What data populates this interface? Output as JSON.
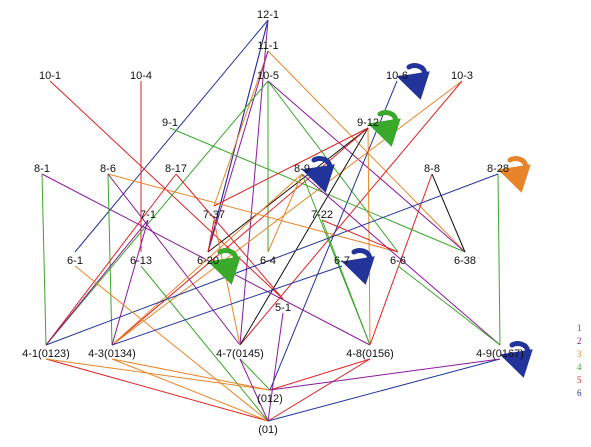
{
  "nodes": {
    "12-1": "12-1",
    "11-1": "11-1",
    "10-1": "10-1",
    "10-4": "10-4",
    "10-5": "10-5",
    "10-6": "10-6",
    "10-3": "10-3",
    "9-1": "9-1",
    "9-12": "9-12",
    "8-1": "8-1",
    "8-6": "8-6",
    "8-17": "8-17",
    "8-9": "8-9",
    "8-8": "8-8",
    "8-28": "8-28",
    "7-1": "7-1",
    "7-37": "7-37",
    "7-22": "7-22",
    "6-1": "6-1",
    "6-13": "6-13",
    "6-20": "6-20",
    "6-4": "6-4",
    "6-7": "6-7",
    "6-6": "6-6",
    "6-38": "6-38",
    "5-1": "5-1",
    "4-1": "4-1(0123)",
    "4-3": "4-3(0134)",
    "4-7": "4-7(0145)",
    "4-8": "4-8(0156)",
    "4-9": "4-9(0167)",
    "012": "(012)",
    "01": "(01)"
  },
  "legend": [
    {
      "label": "1",
      "color": "#5a4ab0"
    },
    {
      "label": "2",
      "color": "#8a1a9a"
    },
    {
      "label": "3",
      "color": "#e8852a"
    },
    {
      "label": "4",
      "color": "#3aa82a"
    },
    {
      "label": "5",
      "color": "#dd2222"
    },
    {
      "label": "6",
      "color": "#22339a"
    }
  ],
  "colors": {
    "purple": "#8a1a9a",
    "orange": "#e8852a",
    "green": "#3aa82a",
    "red": "#dd2222",
    "blue": "#22339a",
    "black": "#111111"
  },
  "rotation_icons": [
    {
      "node": "10-6",
      "color": "blue"
    },
    {
      "node": "9-12",
      "color": "green"
    },
    {
      "node": "8-9",
      "color": "blue"
    },
    {
      "node": "8-28",
      "color": "orange"
    },
    {
      "node": "6-20",
      "color": "green"
    },
    {
      "node": "6-7",
      "color": "blue"
    },
    {
      "node": "4-9",
      "color": "blue"
    }
  ],
  "edges": [
    [
      "12-1",
      "6-1",
      "blue"
    ],
    [
      "12-1",
      "6-20",
      "purple"
    ],
    [
      "12-1",
      "6-20",
      "blue"
    ],
    [
      "12-1",
      "4-7",
      "purple"
    ],
    [
      "11-1",
      "7-37",
      "orange"
    ],
    [
      "11-1",
      "6-38",
      "orange"
    ],
    [
      "11-1",
      "6-20",
      "purple"
    ],
    [
      "10-1",
      "5-1",
      "red"
    ],
    [
      "10-4",
      "6-13",
      "red"
    ],
    [
      "10-5",
      "4-1",
      "green"
    ],
    [
      "10-5",
      "6-4",
      "red"
    ],
    [
      "10-5",
      "6-4",
      "green"
    ],
    [
      "10-5",
      "6-6",
      "green"
    ],
    [
      "10-5",
      "6-38",
      "purple"
    ],
    [
      "10-3",
      "4-3",
      "orange"
    ],
    [
      "10-3",
      "4-7",
      "red"
    ],
    [
      "10-6",
      "012",
      "blue"
    ],
    [
      "9-1",
      "6-38",
      "green"
    ],
    [
      "9-12",
      "7-37",
      "red"
    ],
    [
      "9-12",
      "4-8",
      "orange"
    ],
    [
      "9-12",
      "4-7",
      "black"
    ],
    [
      "9-12",
      "6-20",
      "black"
    ],
    [
      "9-12",
      "4-3",
      "red"
    ],
    [
      "8-1",
      "4-1",
      "green"
    ],
    [
      "8-1",
      "4-8",
      "purple"
    ],
    [
      "8-6",
      "4-3",
      "green"
    ],
    [
      "8-6",
      "6-6",
      "orange"
    ],
    [
      "8-6",
      "4-7",
      "purple"
    ],
    [
      "8-17",
      "5-1",
      "red"
    ],
    [
      "8-17",
      "4-1",
      "red"
    ],
    [
      "8-9",
      "4-9",
      "purple"
    ],
    [
      "8-9",
      "4-8",
      "green"
    ],
    [
      "8-9",
      "6-4",
      "orange"
    ],
    [
      "8-9",
      "4-3",
      "orange"
    ],
    [
      "8-8",
      "6-38",
      "black"
    ],
    [
      "8-8",
      "4-8",
      "red"
    ],
    [
      "8-28",
      "4-9",
      "green"
    ],
    [
      "8-28",
      "4-1",
      "blue"
    ],
    [
      "7-1",
      "4-1",
      "purple"
    ],
    [
      "7-1",
      "4-3",
      "purple"
    ],
    [
      "7-37",
      "4-7",
      "orange"
    ],
    [
      "7-37",
      "6-20",
      "red"
    ],
    [
      "7-22",
      "6-6",
      "red"
    ],
    [
      "7-22",
      "4-8",
      "green"
    ],
    [
      "6-1",
      "01",
      "orange"
    ],
    [
      "6-13",
      "01",
      "green"
    ],
    [
      "6-7",
      "4-3",
      "blue"
    ],
    [
      "6-6",
      "4-9",
      "green"
    ],
    [
      "5-1",
      "01",
      "purple"
    ],
    [
      "4-1",
      "01",
      "red"
    ],
    [
      "4-1",
      "012",
      "orange"
    ],
    [
      "4-3",
      "012",
      "orange"
    ],
    [
      "4-3",
      "01",
      "orange"
    ],
    [
      "4-7",
      "012",
      "green"
    ],
    [
      "4-7",
      "01",
      "purple"
    ],
    [
      "4-8",
      "01",
      "red"
    ],
    [
      "4-8",
      "012",
      "red"
    ],
    [
      "4-9",
      "01",
      "blue"
    ],
    [
      "4-9",
      "012",
      "purple"
    ]
  ]
}
